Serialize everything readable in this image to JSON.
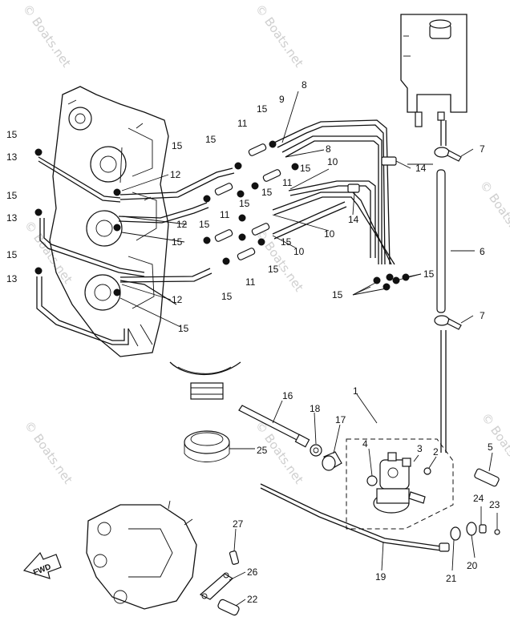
{
  "watermark": {
    "text": "© Boats.net"
  },
  "fwd_label": "FWD",
  "parts": [
    {
      "id": "p1",
      "text": "1"
    },
    {
      "id": "p2",
      "text": "2"
    },
    {
      "id": "p3",
      "text": "3"
    },
    {
      "id": "p4",
      "text": "4"
    },
    {
      "id": "p5",
      "text": "5"
    },
    {
      "id": "p6",
      "text": "6"
    },
    {
      "id": "p7a",
      "text": "7"
    },
    {
      "id": "p7b",
      "text": "7"
    },
    {
      "id": "p8a",
      "text": "8"
    },
    {
      "id": "p8b",
      "text": "8"
    },
    {
      "id": "p9",
      "text": "9"
    },
    {
      "id": "p10a",
      "text": "10"
    },
    {
      "id": "p10b",
      "text": "10"
    },
    {
      "id": "p10c",
      "text": "10"
    },
    {
      "id": "p11a",
      "text": "11"
    },
    {
      "id": "p11b",
      "text": "11"
    },
    {
      "id": "p11c",
      "text": "11"
    },
    {
      "id": "p11d",
      "text": "11"
    },
    {
      "id": "p12a",
      "text": "12"
    },
    {
      "id": "p12b",
      "text": "12"
    },
    {
      "id": "p12c",
      "text": "12"
    },
    {
      "id": "p13a",
      "text": "13"
    },
    {
      "id": "p13b",
      "text": "13"
    },
    {
      "id": "p13c",
      "text": "13"
    },
    {
      "id": "p14a",
      "text": "14"
    },
    {
      "id": "p14b",
      "text": "14"
    },
    {
      "id": "p15a",
      "text": "15"
    },
    {
      "id": "p15b",
      "text": "15"
    },
    {
      "id": "p15c",
      "text": "15"
    },
    {
      "id": "p15d",
      "text": "15"
    },
    {
      "id": "p15e",
      "text": "15"
    },
    {
      "id": "p15f",
      "text": "15"
    },
    {
      "id": "p15g",
      "text": "15"
    },
    {
      "id": "p15h",
      "text": "15"
    },
    {
      "id": "p15i",
      "text": "15"
    },
    {
      "id": "p15j",
      "text": "15"
    },
    {
      "id": "p15k",
      "text": "15"
    },
    {
      "id": "p15l",
      "text": "15"
    },
    {
      "id": "p15m",
      "text": "15"
    },
    {
      "id": "p15n",
      "text": "15"
    },
    {
      "id": "p15o",
      "text": "15"
    },
    {
      "id": "p15p",
      "text": "15"
    },
    {
      "id": "p15q",
      "text": "15"
    },
    {
      "id": "p16",
      "text": "16"
    },
    {
      "id": "p17",
      "text": "17"
    },
    {
      "id": "p18",
      "text": "18"
    },
    {
      "id": "p19",
      "text": "19"
    },
    {
      "id": "p20",
      "text": "20"
    },
    {
      "id": "p21",
      "text": "21"
    },
    {
      "id": "p22",
      "text": "22"
    },
    {
      "id": "p23",
      "text": "23"
    },
    {
      "id": "p24",
      "text": "24"
    },
    {
      "id": "p25",
      "text": "25"
    },
    {
      "id": "p26",
      "text": "26"
    },
    {
      "id": "p27",
      "text": "27"
    }
  ]
}
